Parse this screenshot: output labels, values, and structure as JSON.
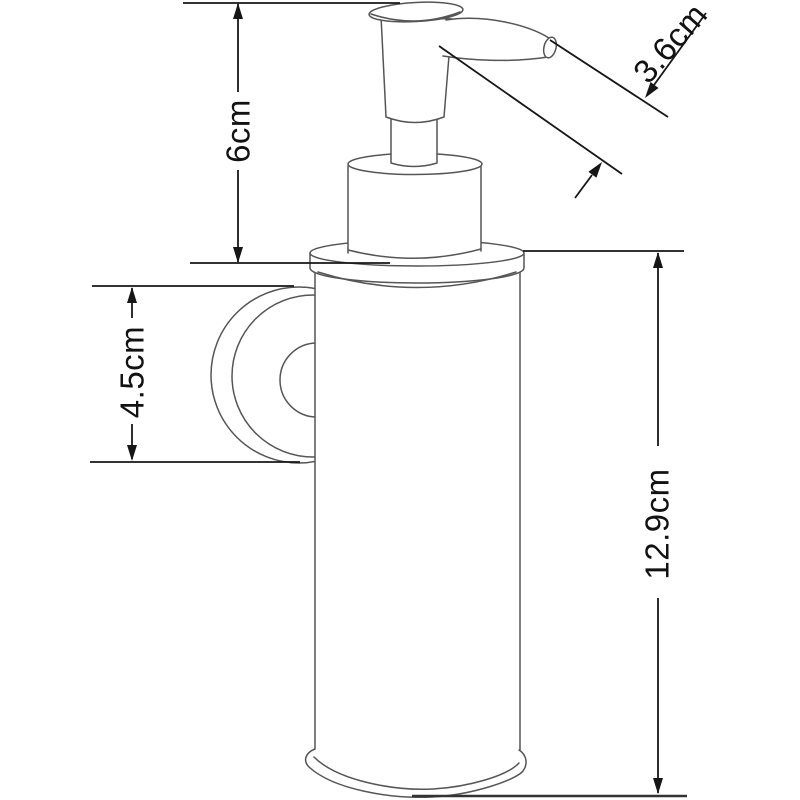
{
  "diagram": {
    "labels": {
      "spout_length": "3.6cm",
      "pump_height": "6cm",
      "bracket_height": "4.5cm",
      "body_height": "12.9cm"
    },
    "colors": {
      "background": "#ffffff",
      "drawing_line": "#555555",
      "dimension_line": "#161616"
    }
  }
}
